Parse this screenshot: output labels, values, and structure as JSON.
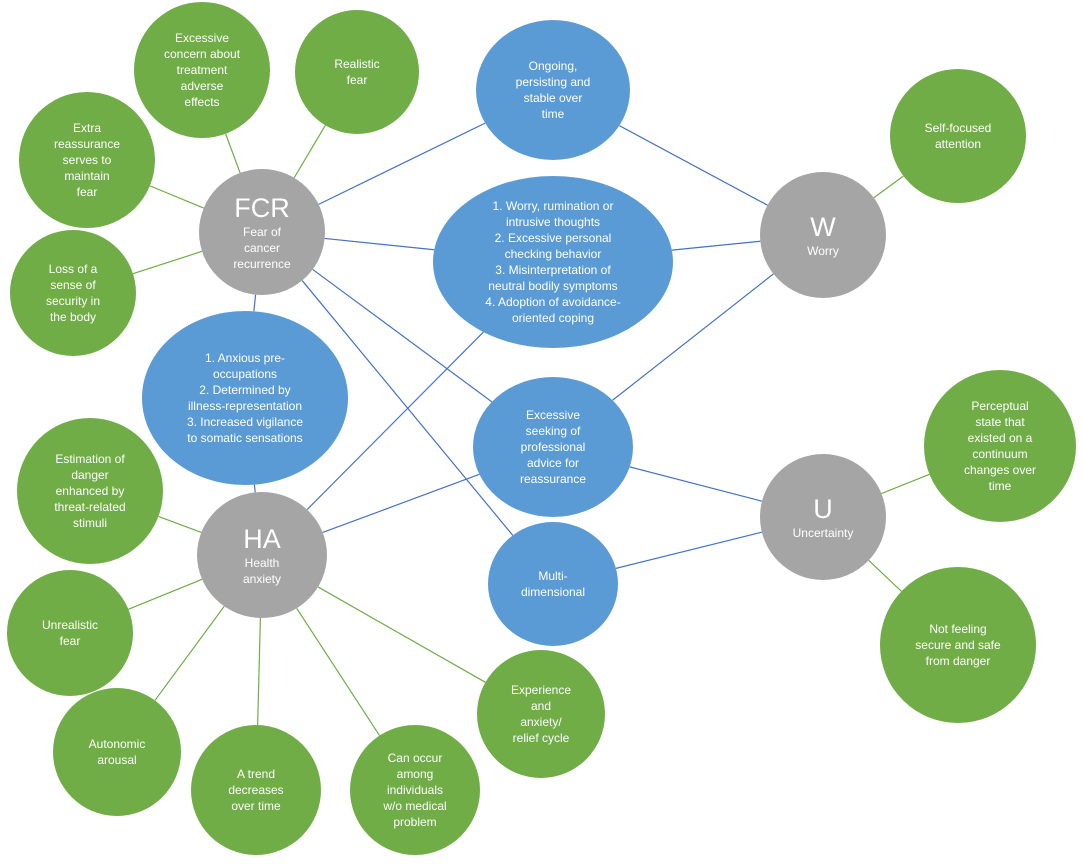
{
  "colors": {
    "green": "#70ad47",
    "blue": "#5b9bd5",
    "gray": "#a5a5a5",
    "green_line": "#70ad47",
    "blue_line": "#4472c4"
  },
  "nodes": [
    {
      "id": "fcr",
      "kind": "gray",
      "title": "FCR",
      "lines": [
        "Fear of",
        "cancer",
        "recurrence"
      ]
    },
    {
      "id": "ha",
      "kind": "gray",
      "title": "HA",
      "lines": [
        "Health",
        "anxiety"
      ]
    },
    {
      "id": "w",
      "kind": "gray",
      "title": "W",
      "lines": [
        "Worry"
      ]
    },
    {
      "id": "u",
      "kind": "gray",
      "title": "U",
      "lines": [
        "Uncertainty"
      ]
    },
    {
      "id": "ongoing",
      "kind": "blue",
      "lines": [
        "Ongoing,",
        "persisting and",
        "stable over",
        "time"
      ]
    },
    {
      "id": "worry-list",
      "kind": "blue",
      "lines": [
        "1. Worry, rumination or",
        "intrusive thoughts",
        "2. Excessive personal",
        "checking behavior",
        "3. Misinterpretation of",
        "neutral bodily symptoms",
        "4. Adoption of avoidance-",
        "oriented coping"
      ]
    },
    {
      "id": "anxious-list",
      "kind": "blue",
      "lines": [
        "1. Anxious pre-",
        "occupations",
        "2. Determined by",
        "illness-representation",
        "3. Increased vigilance",
        "to somatic sensations"
      ]
    },
    {
      "id": "seeking",
      "kind": "blue",
      "lines": [
        "Excessive",
        "seeking of",
        "professional",
        "advice for",
        "reassurance"
      ]
    },
    {
      "id": "multi",
      "kind": "blue",
      "lines": [
        "Multi-",
        "dimensional"
      ]
    },
    {
      "id": "concern",
      "kind": "green",
      "lines": [
        "Excessive",
        "concern about",
        "treatment",
        "adverse",
        "effects"
      ]
    },
    {
      "id": "realistic",
      "kind": "green",
      "lines": [
        "Realistic",
        "fear"
      ]
    },
    {
      "id": "extra",
      "kind": "green",
      "lines": [
        "Extra",
        "reassurance",
        "serves to",
        "maintain",
        "fear"
      ]
    },
    {
      "id": "loss",
      "kind": "green",
      "lines": [
        "Loss of a",
        "sense of",
        "security in",
        "the body"
      ]
    },
    {
      "id": "self",
      "kind": "green",
      "lines": [
        "Self-focused",
        "attention"
      ]
    },
    {
      "id": "estimation",
      "kind": "green",
      "lines": [
        "Estimation of",
        "danger",
        "enhanced by",
        "threat-related",
        "stimuli"
      ]
    },
    {
      "id": "unrealistic",
      "kind": "green",
      "lines": [
        "Unrealistic",
        "fear"
      ]
    },
    {
      "id": "autonomic",
      "kind": "green",
      "lines": [
        "Autonomic",
        "arousal"
      ]
    },
    {
      "id": "trend",
      "kind": "green",
      "lines": [
        "A trend",
        "decreases",
        "over time"
      ]
    },
    {
      "id": "canoccur",
      "kind": "green",
      "lines": [
        "Can occur",
        "among",
        "individuals",
        "w/o medical",
        "problem"
      ]
    },
    {
      "id": "experience",
      "kind": "green",
      "lines": [
        "Experience",
        "and",
        "anxiety/",
        "relief cycle"
      ]
    },
    {
      "id": "perceptual",
      "kind": "green",
      "lines": [
        "Perceptual",
        "state that",
        "existed on a",
        "continuum",
        "changes over",
        "time"
      ]
    },
    {
      "id": "notfeeling",
      "kind": "green",
      "lines": [
        "Not feeling",
        "secure and safe",
        "from danger"
      ]
    }
  ],
  "edges": [
    {
      "from": "fcr",
      "to": "concern",
      "kind": "green"
    },
    {
      "from": "fcr",
      "to": "realistic",
      "kind": "green"
    },
    {
      "from": "fcr",
      "to": "extra",
      "kind": "green"
    },
    {
      "from": "fcr",
      "to": "loss",
      "kind": "green"
    },
    {
      "from": "w",
      "to": "self",
      "kind": "green"
    },
    {
      "from": "u",
      "to": "perceptual",
      "kind": "green"
    },
    {
      "from": "u",
      "to": "notfeeling",
      "kind": "green"
    },
    {
      "from": "ha",
      "to": "estimation",
      "kind": "green"
    },
    {
      "from": "ha",
      "to": "unrealistic",
      "kind": "green"
    },
    {
      "from": "ha",
      "to": "autonomic",
      "kind": "green"
    },
    {
      "from": "ha",
      "to": "trend",
      "kind": "green"
    },
    {
      "from": "ha",
      "to": "canoccur",
      "kind": "green"
    },
    {
      "from": "ha",
      "to": "experience",
      "kind": "green"
    },
    {
      "from": "fcr",
      "to": "ongoing",
      "kind": "blue"
    },
    {
      "from": "ongoing",
      "to": "w",
      "kind": "blue"
    },
    {
      "from": "fcr",
      "to": "worry-list",
      "kind": "blue"
    },
    {
      "from": "worry-list",
      "to": "w",
      "kind": "blue"
    },
    {
      "from": "fcr",
      "to": "seeking",
      "kind": "blue"
    },
    {
      "from": "seeking",
      "to": "w",
      "kind": "blue"
    },
    {
      "from": "fcr",
      "to": "multi",
      "kind": "blue"
    },
    {
      "from": "fcr",
      "to": "anxious-list",
      "kind": "blue"
    },
    {
      "from": "anxious-list",
      "to": "ha",
      "kind": "blue"
    },
    {
      "from": "worry-list",
      "to": "ha",
      "kind": "blue"
    },
    {
      "from": "seeking",
      "to": "ha",
      "kind": "blue"
    },
    {
      "from": "seeking",
      "to": "u",
      "kind": "blue"
    },
    {
      "from": "multi",
      "to": "u",
      "kind": "blue"
    }
  ]
}
